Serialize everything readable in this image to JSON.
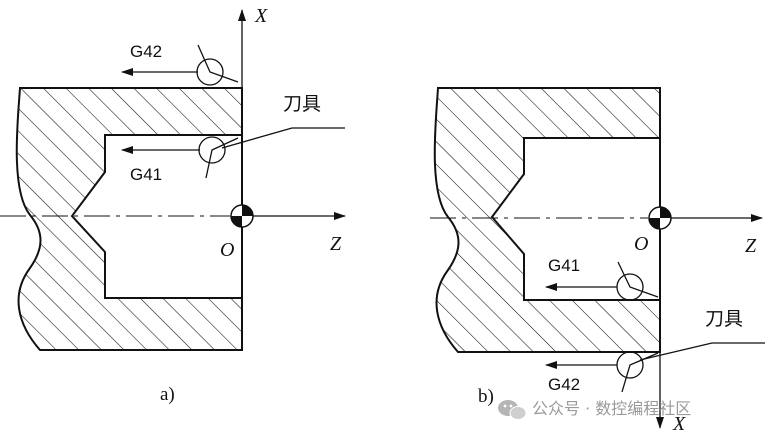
{
  "left_figure": {
    "caption": "a)",
    "axis_x": "X",
    "axis_z": "Z",
    "origin": "O",
    "outer_compensation": "G42",
    "inner_compensation": "G41",
    "tool_label": "刀具"
  },
  "right_figure": {
    "caption": "b)",
    "axis_x": "X",
    "axis_z": "Z",
    "origin": "O",
    "inner_compensation": "G41",
    "outer_compensation": "G42",
    "tool_label": "刀具"
  },
  "watermark": {
    "icon": "wechat-icon",
    "text": "公众号 · 数控编程社区"
  }
}
